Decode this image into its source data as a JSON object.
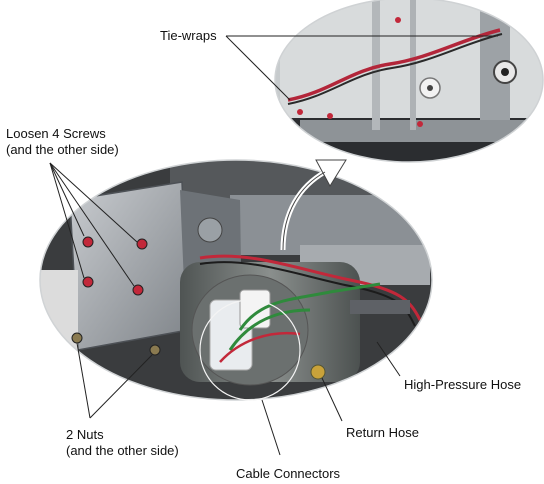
{
  "labels": {
    "tie_wraps": "Tie-wraps",
    "loosen_screws_line1": "Loosen 4 Screws",
    "loosen_screws_line2": "(and the other side)",
    "high_pressure_hose": "High-Pressure Hose",
    "nuts_line1": "2 Nuts",
    "nuts_line2": "(and the other side)",
    "return_hose": "Return Hose",
    "cable_connectors": "Cable Connectors"
  },
  "colors": {
    "photo_bg": "#3a3c3e",
    "metal": "#9ea3a8",
    "dark_metal": "#5d6166",
    "motor": "#6f7473",
    "wire_red": "#c2283a",
    "wire_green": "#2f8a3c",
    "wire_black": "#1c1c1c"
  }
}
